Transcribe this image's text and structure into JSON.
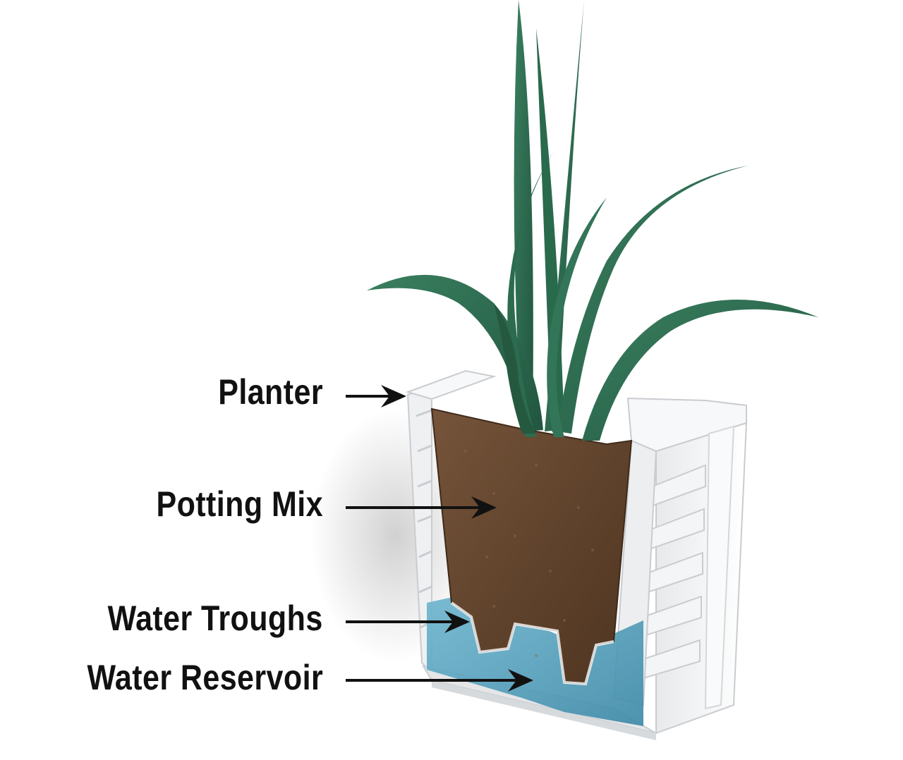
{
  "labels": {
    "planter": "Planter",
    "potting_mix": "Potting Mix",
    "water_troughs": "Water Troughs",
    "water_reservoir": "Water Reservoir"
  },
  "colors": {
    "leaf": "#2f6e52",
    "leaf_dark": "#1f4f3a",
    "soil": "#6b4a30",
    "soil_dark": "#4e3420",
    "water": "#5fa9c4",
    "planter": "#f4f5f6",
    "planter_shadow": "#c9ccd0",
    "text": "#111111"
  }
}
